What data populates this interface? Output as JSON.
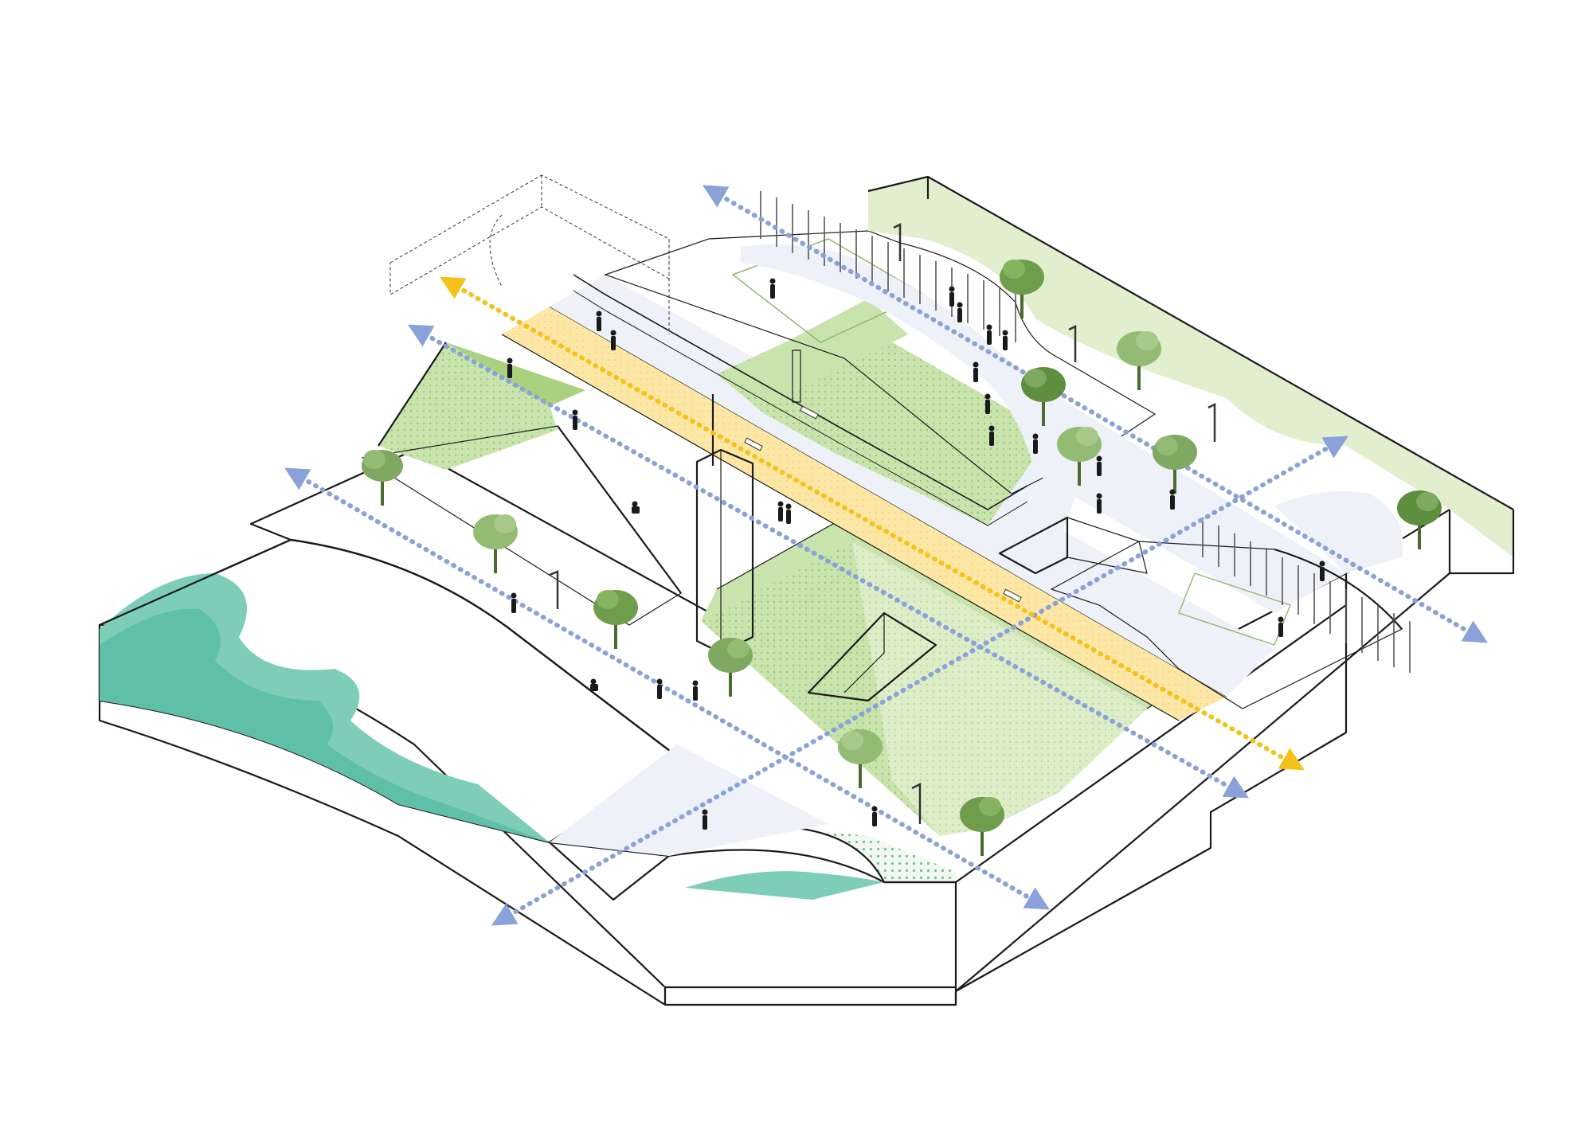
{
  "palette": {
    "water_dark": "#46b49f",
    "water_light": "#7dcdb9",
    "paving": "#eef1f8",
    "lawn_light": "#e1efcf",
    "lawn_mid": "#c9e3ad",
    "lawn_strong": "#a9d17e",
    "promenade_yellow": "#fde7a6",
    "arrow_blue": "#8aa1d9",
    "arrow_yellow": "#f5c21b",
    "tree_green": "#7fa860",
    "tree_green_dark": "#5d8f3e"
  },
  "legend_items": [],
  "diagram": {
    "type": "isometric-site-axonometric",
    "elements": [
      "waterfront",
      "beach",
      "promenade",
      "stepped-seating",
      "tower",
      "ramp",
      "lawn-terraces",
      "sports-courts",
      "trees",
      "people",
      "lamp-posts",
      "circulation-arrows"
    ]
  }
}
